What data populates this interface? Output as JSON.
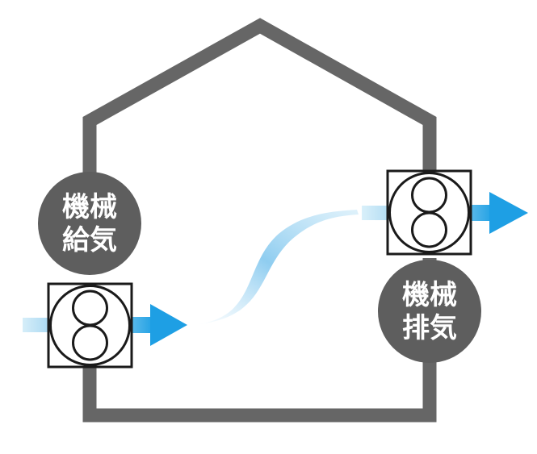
{
  "diagram": {
    "supply_label_line1": "機械",
    "supply_label_line2": "給気",
    "exhaust_label_line1": "機械",
    "exhaust_label_line2": "排気"
  },
  "colors": {
    "house_outline": "#666666",
    "badge_fill": "#5e5e5e",
    "badge_text": "#ffffff",
    "fan_stroke": "#1a1a1a",
    "arrow_blue": "#2aa5e6",
    "arrow_light": "#cdeaf8"
  },
  "icons": [
    "supply-fan-icon",
    "exhaust-fan-icon",
    "air-arrow-icon"
  ]
}
